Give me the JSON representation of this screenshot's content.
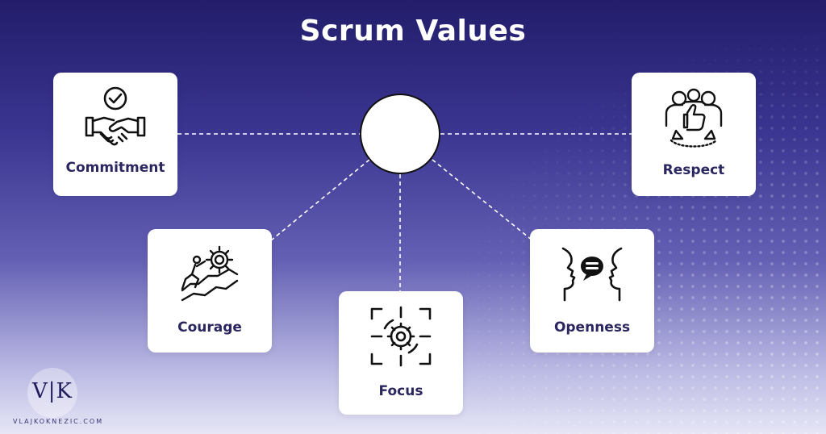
{
  "title": "Scrum Values",
  "values": [
    {
      "label": "Commitment",
      "icon": "handshake-check-icon"
    },
    {
      "label": "Respect",
      "icon": "team-thumbs-up-icon"
    },
    {
      "label": "Courage",
      "icon": "climber-gear-icon"
    },
    {
      "label": "Focus",
      "icon": "gear-target-icon"
    },
    {
      "label": "Openness",
      "icon": "faces-speech-bubble-icon"
    }
  ],
  "logo": {
    "text": "V|K"
  },
  "website": "VLAJKOKNEZIC.COM",
  "colors": {
    "background_top": "#231d6b",
    "background_bottom": "#e6e6f6",
    "label": "#2a2660",
    "card": "#ffffff"
  }
}
